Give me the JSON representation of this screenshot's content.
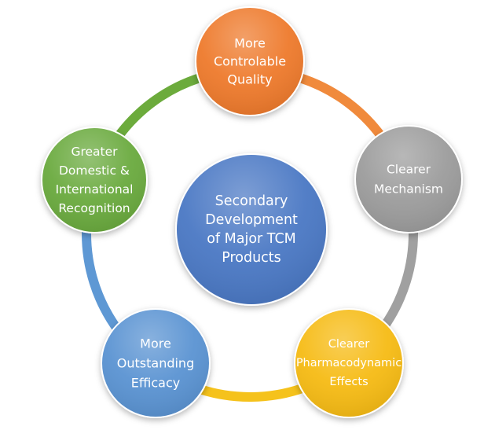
{
  "center": {
    "lines": [
      "Secondary",
      "Development",
      "of Major TCM",
      "Products"
    ],
    "color": "#4a78c4"
  },
  "nodes": [
    {
      "id": "quality",
      "lines": [
        "More",
        "Controlable",
        "Quality"
      ],
      "color": "#ee7a2c",
      "arc_color": "#f08a3c"
    },
    {
      "id": "mechanism",
      "lines": [
        "Clearer",
        "Mechanism"
      ],
      "color": "#9c9c9c",
      "arc_color": "#a0a0a0"
    },
    {
      "id": "pharmacodynamic",
      "lines": [
        "Clearer",
        "Pharmacodynamic",
        "Effects"
      ],
      "color": "#f6bb14",
      "arc_color": "#f5c21c"
    },
    {
      "id": "efficacy",
      "lines": [
        "More",
        "Outstanding",
        "Efficacy"
      ],
      "color": "#5a93d2",
      "arc_color": "#5e98d4"
    },
    {
      "id": "recognition",
      "lines": [
        "Greater",
        "Domestic &",
        "International",
        "Recognition"
      ],
      "color": "#6aaa3e",
      "arc_color": "#6cab3c"
    }
  ]
}
